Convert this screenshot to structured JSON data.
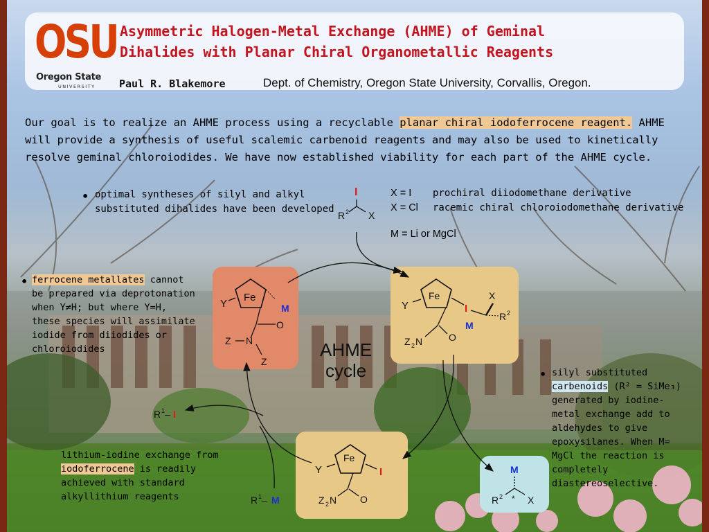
{
  "header": {
    "logo_text": "OSU",
    "logo_name": "Oregon State",
    "logo_sub": "UNIVERSITY",
    "title_line1": "Asymmetric Halogen-Metal Exchange (AHME) of Geminal",
    "title_line2": "Dihalides with Planar Chiral Organometallic Reagents",
    "author": "Paul R. Blakemore",
    "dept": "Dept. of Chemistry, Oregon State University, Corvallis, Oregon."
  },
  "intro": {
    "part1": "Our goal is to realize an AHME process using a recyclable ",
    "highlight": "planar chiral iodoferrocene reagent.",
    "part2": " AHME will provide a synthesis of useful scalemic carbenoid reagents and may also be used to kinetically resolve geminal chloroiodides. We have now established viability for each part of the AHME cycle."
  },
  "bullets": {
    "b1_line1": "optimal syntheses of silyl and alkyl",
    "b1_line2": "substituted dihalides have been developed",
    "b2_highlight": "ferrocene metallates",
    "b2_l1": " cannot",
    "b2_l2": "be prepared via deprotonation",
    "b2_l3": "when Y≠H; but where Y=H,",
    "b2_l4": "these species will assimilate",
    "b2_l5": "iodide from diiodides or",
    "b2_l6": "chloroiodides",
    "b3_l1": "silyl substituted",
    "b3_hl": "carbenoids",
    "b3_l2b": " (R² = SiMe₃)",
    "b3_l3": "generated by iodine-",
    "b3_l4": "metal exchange add to",
    "b3_l5": "aldehydes to give",
    "b3_l6": "epoxysilanes. When M=",
    "b3_l7": "MgCl the reaction is",
    "b3_l8": "completely",
    "b3_l9": "diastereoselective.",
    "b4_l1": "lithium-iodine exchange from",
    "b4_hl": "iodoferrocene",
    "b4_l2b": " is readily",
    "b4_l3": "achieved with standard",
    "b4_l4": "alkyllithium reagents"
  },
  "defs": {
    "xi": "X = I",
    "xi_desc": "prochiral diiodomethane derivative",
    "xcl": "X = Cl",
    "xcl_desc": "racemic chiral chloroiodomethane derivative",
    "m": "M = Li or MgCl"
  },
  "cycle": {
    "label1": "AHME",
    "label2": "cycle"
  },
  "colors": {
    "title": "#c2141f",
    "logo": "#d73f09",
    "box_salmon": "#e2896a",
    "box_tan": "#e8c887",
    "box_blue": "#bfe3e6",
    "iodine": "#e21a1a",
    "metal": "#1a2fd8",
    "highlight_orange": "#f0c895"
  }
}
